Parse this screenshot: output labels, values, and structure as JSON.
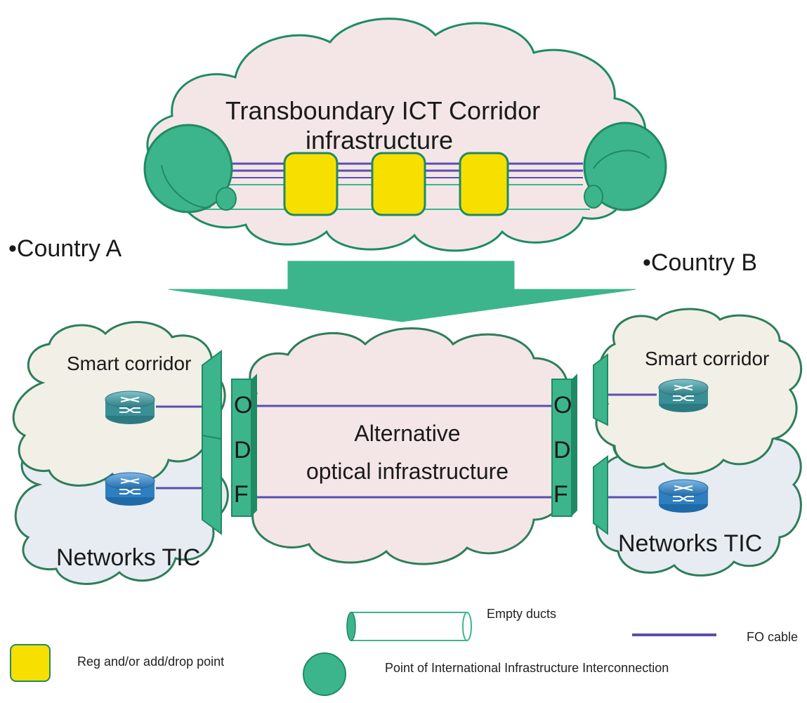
{
  "top_cloud": {
    "title_line1": "Transboundary ICT Corridor",
    "title_line2": "infrastructure"
  },
  "country_a": "•Country A",
  "country_b": "•Country B",
  "left": {
    "smart_corridor": "Smart corridor",
    "networks": "Networks TIC"
  },
  "right": {
    "smart_corridor": "Smart corridor",
    "networks": "Networks TIC"
  },
  "center": {
    "line1": "Alternative",
    "line2": "optical infrastructure"
  },
  "odf_letters": [
    "O",
    "D",
    "F"
  ],
  "legend": {
    "empty_ducts": "Empty ducts",
    "fo_cable": "FO cable",
    "reg_point": "Reg and/or  add/drop  point",
    "interconnection": "Point of International Infrastructure  Interconnection"
  },
  "colors": {
    "green": "#3db58c",
    "dark_green": "#1f8a63",
    "yellow": "#f7e000",
    "cable": "#5a4fb0",
    "cloud_pink": "#f4e6e6",
    "cloud_beige": "#f1efe6",
    "cloud_blue": "#e6ecf1",
    "router_teal": "#3a8f96",
    "router_blue": "#2f7fc0"
  }
}
